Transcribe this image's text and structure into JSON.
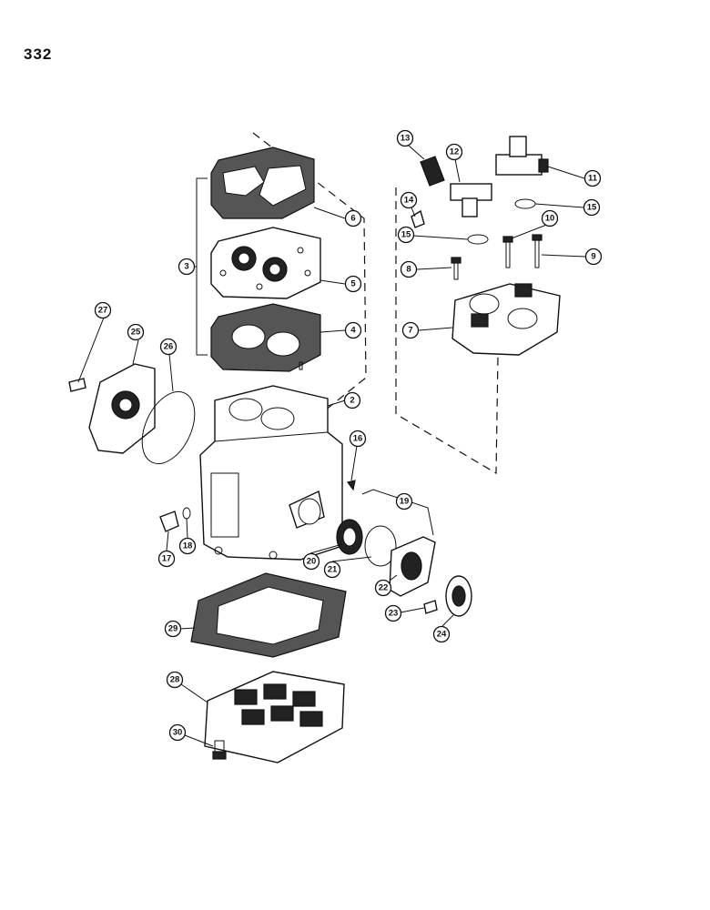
{
  "page_number": "332",
  "callouts": [
    "2",
    "3",
    "4",
    "5",
    "6",
    "7",
    "8",
    "9",
    "10",
    "11",
    "12",
    "13",
    "14",
    "15",
    "15",
    "16",
    "17",
    "18",
    "19",
    "20",
    "21",
    "22",
    "23",
    "24",
    "25",
    "26",
    "27",
    "28",
    "29",
    "30"
  ]
}
